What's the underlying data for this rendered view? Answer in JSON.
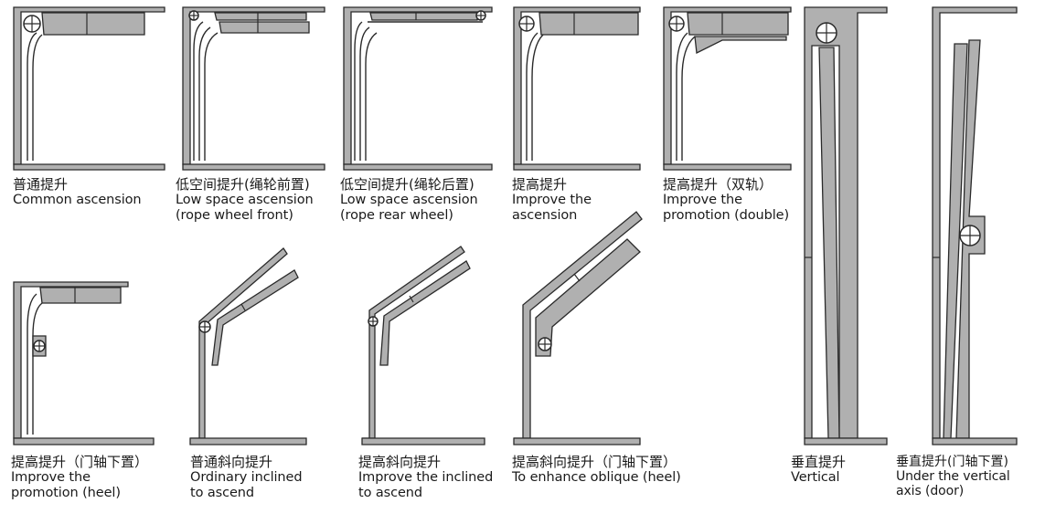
{
  "colors": {
    "fill": "#b0b0b0",
    "stroke": "#2a2a2a",
    "background": "#ffffff"
  },
  "diagrams": [
    {
      "id": "common",
      "zh": "普通提升",
      "en": [
        "Common ascension"
      ]
    },
    {
      "id": "low-front",
      "zh": "低空间提升(绳轮前置)",
      "en": [
        "Low space ascension",
        "(rope wheel front)"
      ]
    },
    {
      "id": "low-rear",
      "zh": "低空间提升(绳轮后置)",
      "en": [
        "Low space ascension",
        "(rope rear wheel)"
      ]
    },
    {
      "id": "improve",
      "zh": "提高提升",
      "en": [
        "Improve the",
        "ascension"
      ]
    },
    {
      "id": "improve-double",
      "zh": "提高提升（双轨）",
      "en": [
        "Improve the",
        "promotion (double)"
      ]
    },
    {
      "id": "vertical",
      "zh": "垂直提升",
      "en": [
        "Vertical"
      ]
    },
    {
      "id": "vertical-door",
      "zh": "垂直提升(门轴下置)",
      "en": [
        "Under the vertical",
        "axis (door)"
      ]
    },
    {
      "id": "improve-heel",
      "zh": "提高提升（门轴下置）",
      "en": [
        "Improve the",
        "promotion (heel)"
      ]
    },
    {
      "id": "ordinary-inclined",
      "zh": "普通斜向提升",
      "en": [
        "Ordinary inclined",
        "to ascend"
      ]
    },
    {
      "id": "improve-inclined",
      "zh": "提高斜向提升",
      "en": [
        "Improve the inclined",
        "to ascend"
      ]
    },
    {
      "id": "oblique-heel",
      "zh": "提高斜向提升（门轴下置）",
      "en": [
        "To enhance oblique (heel)"
      ]
    }
  ]
}
